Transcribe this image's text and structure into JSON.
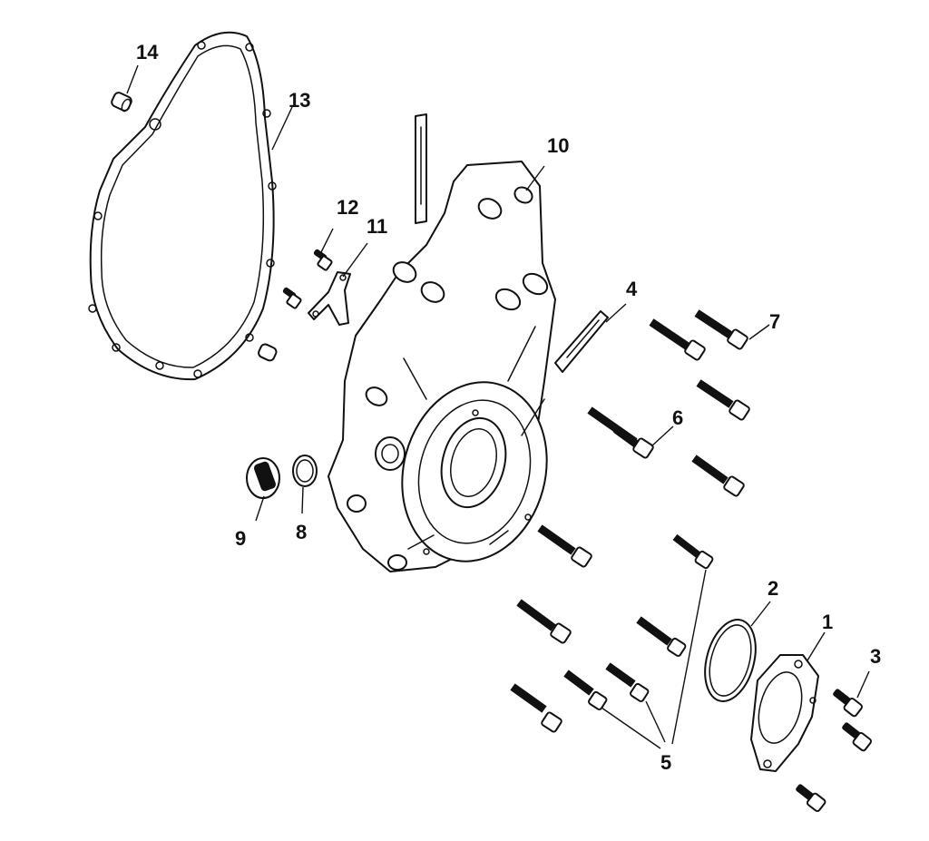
{
  "callouts": {
    "c1": "1",
    "c2": "2",
    "c3": "3",
    "c4": "4",
    "c5": "5",
    "c6": "6",
    "c7": "7",
    "c8": "8",
    "c9": "9",
    "c10": "10",
    "c11": "11",
    "c12": "12",
    "c13": "13",
    "c14": "14"
  },
  "colors": {
    "line": "#111111",
    "background": "#ffffff"
  }
}
